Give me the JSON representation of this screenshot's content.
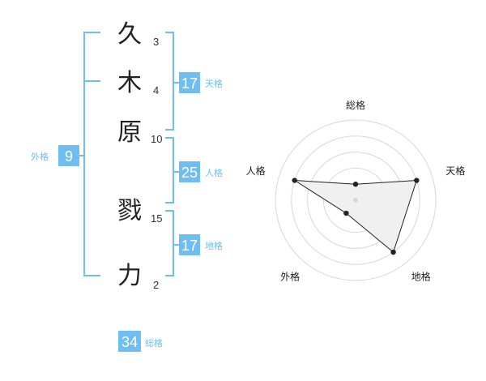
{
  "accent_color": "#6fbef2",
  "name": {
    "characters": [
      {
        "char": "久",
        "strokes": "3"
      },
      {
        "char": "木",
        "strokes": "4"
      },
      {
        "char": "原",
        "strokes": "10"
      },
      {
        "char": "戮",
        "strokes": "15"
      },
      {
        "char": "力",
        "strokes": "2"
      }
    ]
  },
  "fortunes": {
    "tenkaku": {
      "value": "17",
      "label": "天格"
    },
    "jinkaku": {
      "value": "25",
      "label": "人格"
    },
    "chikaku": {
      "value": "17",
      "label": "地格"
    },
    "gaikaku": {
      "value": "9",
      "label": "外格"
    },
    "soukaku": {
      "value": "34",
      "label": "総格"
    }
  },
  "chart_data": {
    "type": "radar",
    "axes": [
      "総格",
      "天格",
      "地格",
      "外格",
      "人格"
    ],
    "values": [
      1,
      4,
      4,
      1,
      4
    ],
    "rmax": 5,
    "rings": 5
  }
}
